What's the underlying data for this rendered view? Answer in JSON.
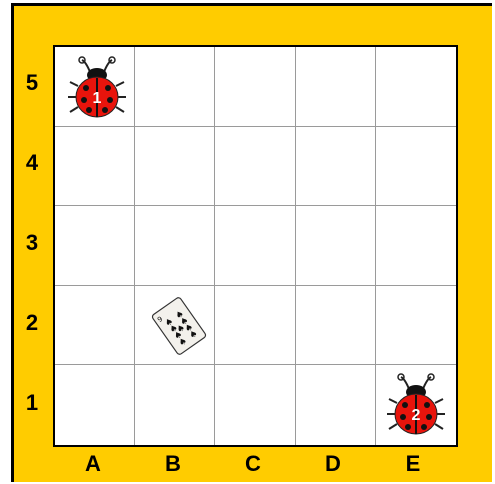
{
  "board": {
    "columns": [
      "A",
      "B",
      "C",
      "D",
      "E"
    ],
    "rows": [
      "5",
      "4",
      "3",
      "2",
      "1"
    ],
    "frame_color": "#FFCC00",
    "grid_line_color": "#9a9a9a"
  },
  "pieces": [
    {
      "type": "ladybug",
      "label": "1",
      "cell": "A5",
      "color": "#E8140C"
    },
    {
      "type": "ladybug",
      "label": "2",
      "cell": "E1",
      "color": "#E8140C"
    },
    {
      "type": "playing-card",
      "card": "9 of spades",
      "cell": "B2"
    }
  ]
}
